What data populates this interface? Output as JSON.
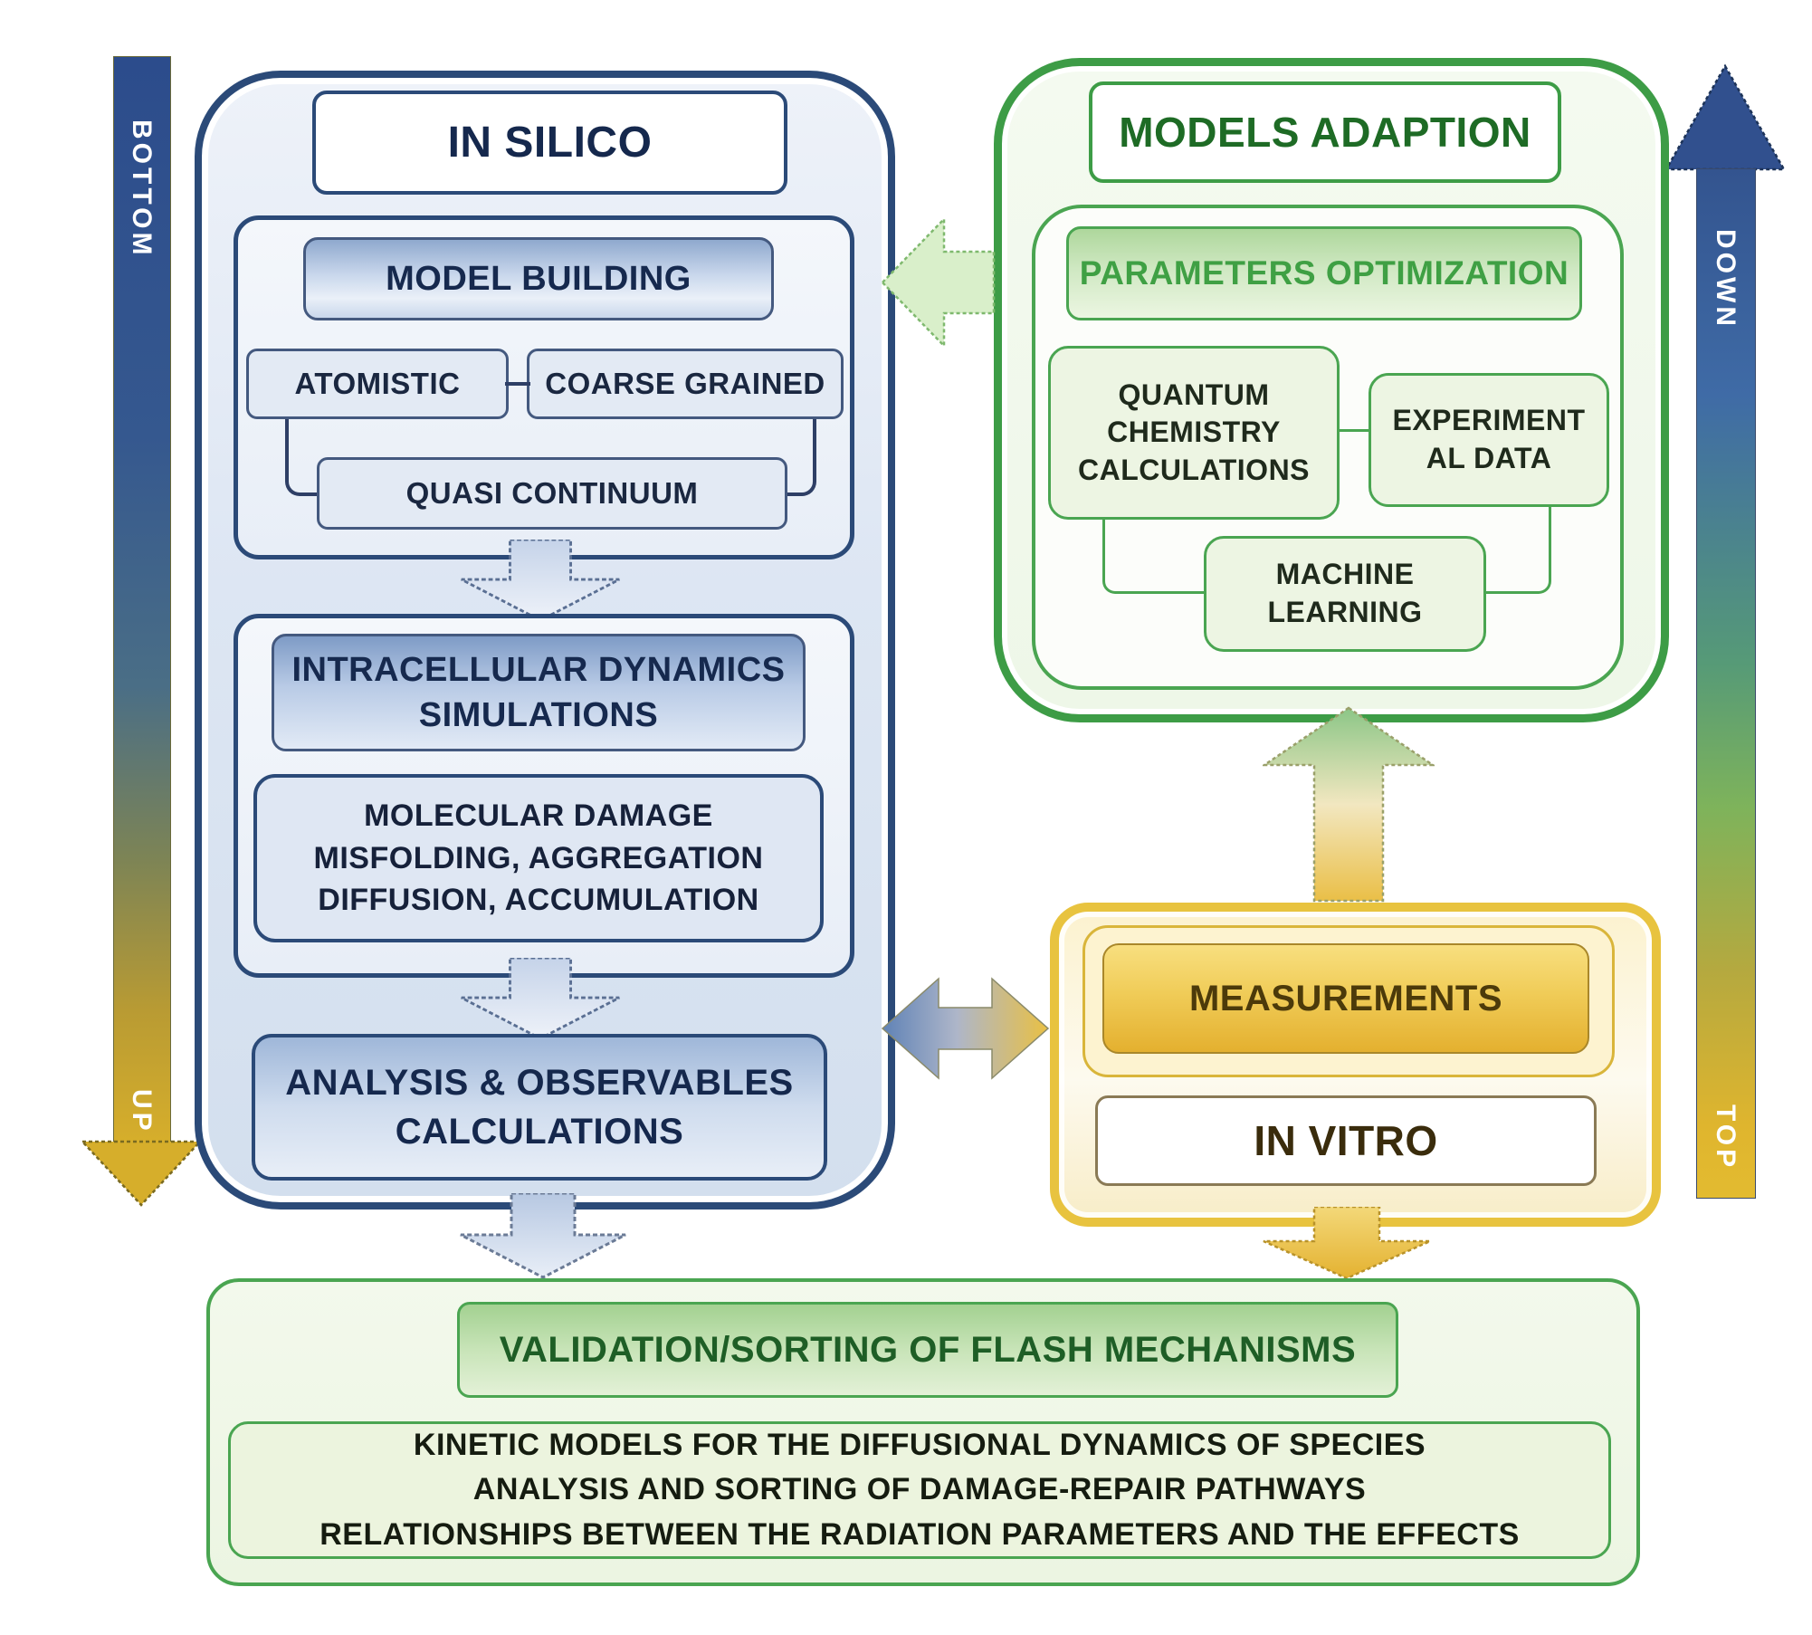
{
  "palette": {
    "blue_border": "#2b4a78",
    "blue_fill": "#dde6f3",
    "blue_header_top": "#8fa9ce",
    "green_border": "#3d9c46",
    "green_fill": "#edf5e3",
    "green_text": "#1e6b25",
    "gold_border": "#e8c33f",
    "gold_fill": "#f0cc58",
    "gold_text": "#4c3a0a",
    "arrow_blue": "#33548f",
    "arrow_gold": "#d6ae2b",
    "arrow_green": "#d9efca"
  },
  "left_arrow": {
    "top_label": "BOTTOM",
    "bottom_label": "UP"
  },
  "right_arrow": {
    "top_label": "DOWN",
    "bottom_label": "TOP"
  },
  "in_silico": {
    "title": "IN SILICO",
    "model_building": {
      "header": "MODEL BUILDING",
      "atomistic": "ATOMISTIC",
      "coarse_grained": "COARSE GRAINED",
      "quasi_continuum": "QUASI CONTINUUM"
    },
    "intracellular": {
      "header_line1": "INTRACELLULAR DYNAMICS",
      "header_line2": "SIMULATIONS",
      "molecular_line1": "MOLECULAR DAMAGE",
      "molecular_line2": "MISFOLDING, AGGREGATION",
      "molecular_line3": "DIFFUSION, ACCUMULATION"
    },
    "analysis_line1": "ANALYSIS & OBSERVABLES",
    "analysis_line2": "CALCULATIONS"
  },
  "models_adaption": {
    "title": "MODELS ADAPTION",
    "parameters_optimization": "PARAMETERS OPTIMIZATION",
    "quantum_line1": "QUANTUM",
    "quantum_line2": "CHEMISTRY",
    "quantum_line3": "CALCULATIONS",
    "experimental_line1": "EXPERIMENT",
    "experimental_line2": "AL DATA",
    "machine_line1": "MACHINE",
    "machine_line2": "LEARNING"
  },
  "in_vitro": {
    "measurements": "MEASUREMENTS",
    "title": "IN VITRO"
  },
  "validation": {
    "header": "VALIDATION/SORTING OF FLASH MECHANISMS",
    "line1": "KINETIC MODELS FOR THE DIFFUSIONAL DYNAMICS OF SPECIES",
    "line2": "ANALYSIS AND SORTING OF DAMAGE-REPAIR PATHWAYS",
    "line3": "RELATIONSHIPS BETWEEN THE RADIATION PARAMETERS AND THE EFFECTS"
  }
}
